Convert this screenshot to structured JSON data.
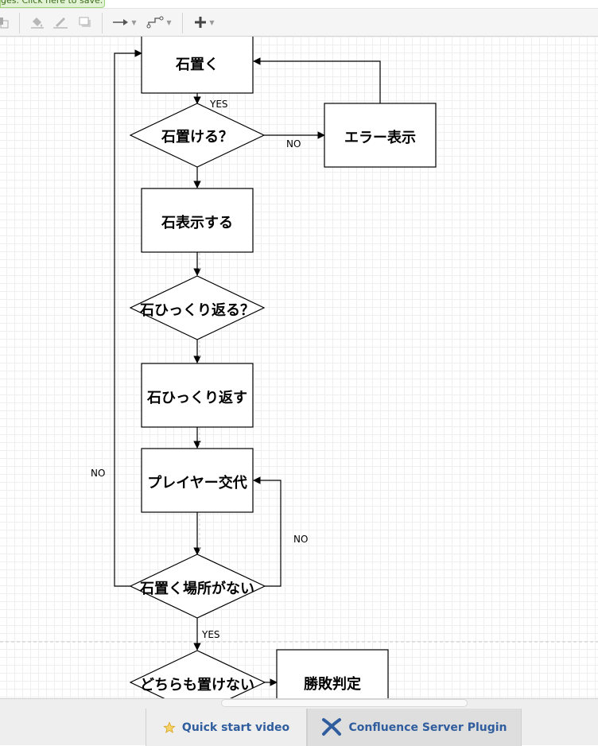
{
  "banner": {
    "text": "ges. Click here to save."
  },
  "toolbar": {
    "items": [
      {
        "name": "to-back-icon"
      },
      {
        "name": "fill-color-icon"
      },
      {
        "name": "line-color-icon"
      },
      {
        "name": "shadow-icon"
      },
      {
        "name": "connection-style-icon"
      },
      {
        "name": "waypoints-icon"
      },
      {
        "name": "insert-icon"
      }
    ]
  },
  "diagram": {
    "nodes": {
      "place_stone": "石置く",
      "can_place": "石置ける？",
      "error": "エラー表示",
      "show_stone": "石表示する",
      "can_flip": "石ひっくり返る？",
      "flip": "石ひっくり返す",
      "switch_player": "プレイヤー交代",
      "no_place": "石置く場所がない",
      "neither": "どちらも置けない",
      "judge": "勝敗判定"
    },
    "labels": {
      "yes_1": "YES",
      "no_error": "NO",
      "no_left": "NO",
      "no_right": "NO",
      "yes_2": "YES"
    }
  },
  "bottom": {
    "tab_quick": "Quick start video",
    "tab_plugin": "Confluence Server Plugin",
    "colors": {
      "link": "#2f5d9e",
      "star": "#f0b429"
    }
  }
}
